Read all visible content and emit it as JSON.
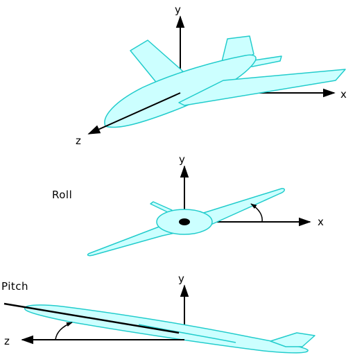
{
  "colors": {
    "aircraft_fill": "#ccffff",
    "aircraft_outline": "#22cccc",
    "axis": "#000000",
    "hub": "#000000"
  },
  "panels": {
    "axes3d": {
      "x_label": "x",
      "y_label": "y",
      "z_label": "z"
    },
    "roll": {
      "title": "Roll",
      "x_label": "x",
      "y_label": "y"
    },
    "pitch": {
      "title": "Pitch",
      "y_label": "y",
      "z_label": "z"
    }
  }
}
